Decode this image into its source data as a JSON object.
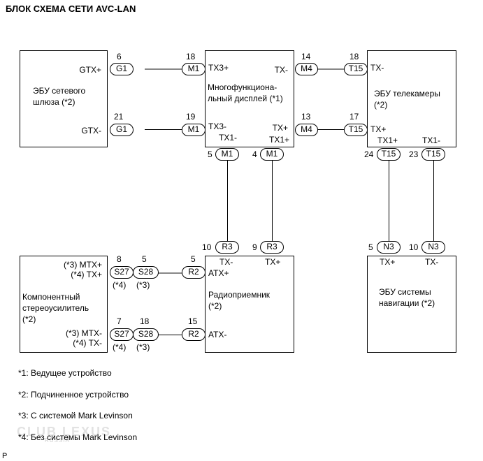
{
  "title": "БЛОК СХЕМА СЕТИ AVC-LAN",
  "units": {
    "gateway": {
      "name": "ЭБУ сетевого\nшлюза (*2)",
      "terminals": [
        "GTX+",
        "GTX-"
      ]
    },
    "display": {
      "name": "Многофункциона-\nльный дисплей (*1)",
      "terminals": [
        "TX3+",
        "TX-",
        "TX3-",
        "TX+",
        "TX1-",
        "TX1+"
      ]
    },
    "camera": {
      "name": "ЭБУ телекамеры\n(*2)",
      "terminals": [
        "TX-",
        "TX+",
        "TX1+",
        "TX1-"
      ]
    },
    "amplifier": {
      "name": "Компонентный\nстереоусилитель\n(*2)",
      "terminals": [
        "(*3) MTX+",
        "(*4) TX+",
        "(*3) MTX-",
        "(*4) TX-"
      ]
    },
    "radio": {
      "name": "Радиоприемник\n(*2)",
      "terminals": [
        "TX-",
        "TX+",
        "ATX+",
        "ATX-"
      ]
    },
    "navigation": {
      "name": "ЭБУ системы\nнавигации (*2)",
      "terminals": [
        "TX+",
        "TX-"
      ]
    }
  },
  "connectors": {
    "g1_top": {
      "id": "G1",
      "pin": "6"
    },
    "m1_top": {
      "id": "M1",
      "pin": "18"
    },
    "g1_bot": {
      "id": "G1",
      "pin": "21"
    },
    "m1_bot": {
      "id": "M1",
      "pin": "19"
    },
    "m4_top": {
      "id": "M4",
      "pin": "14"
    },
    "t15_top": {
      "id": "T15",
      "pin": "18"
    },
    "m4_bot": {
      "id": "M4",
      "pin": "13"
    },
    "t15_bot": {
      "id": "T15",
      "pin": "17"
    },
    "m1_5": {
      "id": "M1",
      "pin": "5"
    },
    "m1_4": {
      "id": "M1",
      "pin": "4"
    },
    "t15_24": {
      "id": "T15",
      "pin": "24"
    },
    "t15_23": {
      "id": "T15",
      "pin": "23"
    },
    "r3_10": {
      "id": "R3",
      "pin": "10"
    },
    "r3_9": {
      "id": "R3",
      "pin": "9"
    },
    "n3_5": {
      "id": "N3",
      "pin": "5"
    },
    "n3_10": {
      "id": "N3",
      "pin": "10"
    },
    "s27_top": {
      "id": "S27",
      "pin": "8",
      "note": "(*4)"
    },
    "s28_top": {
      "id": "S28",
      "pin": "5",
      "note": "(*3)"
    },
    "r2_top": {
      "id": "R2",
      "pin": "5"
    },
    "s27_bot": {
      "id": "S27",
      "pin": "7",
      "note": "(*4)"
    },
    "s28_bot": {
      "id": "S28",
      "pin": "18",
      "note": "(*3)"
    },
    "r2_bot": {
      "id": "R2",
      "pin": "15"
    }
  },
  "notes": [
    "*1: Ведущее устройство",
    "*2: Подчиненное устройство",
    "*3: С системой Mark Levinson",
    "*4: Без системы Mark Levinson"
  ],
  "watermark": {
    "main": "CLUB LEXUS",
    "sub": "RUSSIA"
  },
  "footer": "P"
}
